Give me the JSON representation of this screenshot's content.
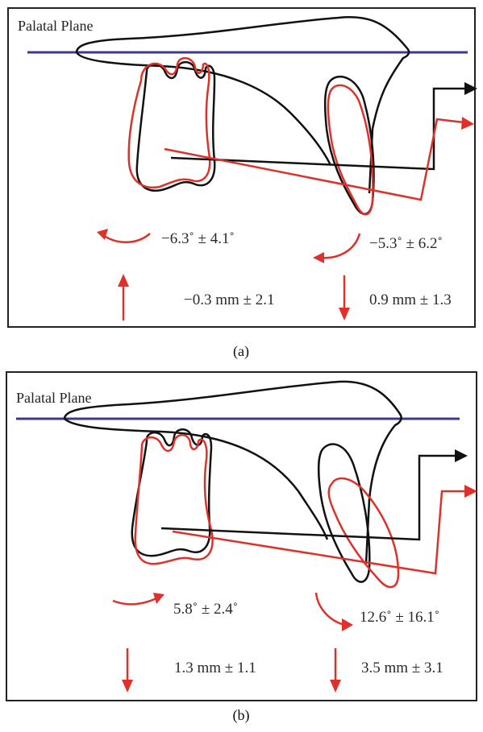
{
  "panels": [
    {
      "id": "a",
      "plane_label": "Palatal Plane",
      "caption": "(a)",
      "rotation_left": "−6.3˚ ± 4.1˚",
      "rotation_right": "−5.3˚ ± 6.2˚",
      "vertical_left": "−0.3 mm ± 2.1",
      "vertical_right": "0.9 mm ± 1.3"
    },
    {
      "id": "b",
      "plane_label": "Palatal Plane",
      "caption": "(b)",
      "rotation_left": "5.8˚ ± 2.4˚",
      "rotation_right": "12.6˚ ± 16.1˚",
      "vertical_left": "1.3 mm ± 1.1",
      "vertical_right": "3.5 mm ± 3.1"
    }
  ],
  "colors": {
    "plane": "#3b3a8f",
    "pre_treatment": "#111111",
    "post_treatment": "#e0302a",
    "frame": "#222222"
  }
}
